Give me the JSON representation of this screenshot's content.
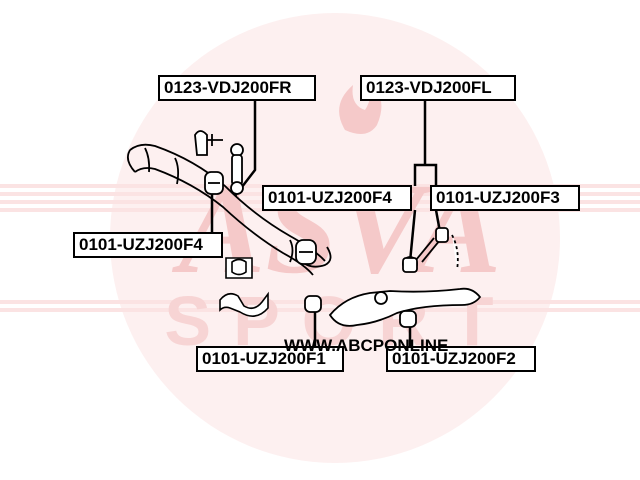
{
  "diagram": {
    "labels": [
      {
        "name": "label-0123-vdj200fr",
        "text": "0123-VDJ200FR"
      },
      {
        "name": "label-0123-vdj200fl",
        "text": "0123-VDJ200FL"
      },
      {
        "name": "label-0101-uzj200f4-center",
        "text": "0101-UZJ200F4"
      },
      {
        "name": "label-0101-uzj200f3",
        "text": "0101-UZJ200F3"
      },
      {
        "name": "label-0101-uzj200f4-left",
        "text": "0101-UZJ200F4"
      },
      {
        "name": "label-0101-uzj200f1",
        "text": "0101-UZJ200F1"
      },
      {
        "name": "label-0101-uzj200f2",
        "text": "0101-UZJ200F2"
      }
    ],
    "watermark": {
      "logo_text": "ASVA",
      "sport_text": "SPORT",
      "url": "WWW.ABCPONLINE"
    },
    "colors": {
      "watermark": "#f7d4d4",
      "watermark_stripe": "#fbe3e3",
      "line": "#000000"
    }
  }
}
